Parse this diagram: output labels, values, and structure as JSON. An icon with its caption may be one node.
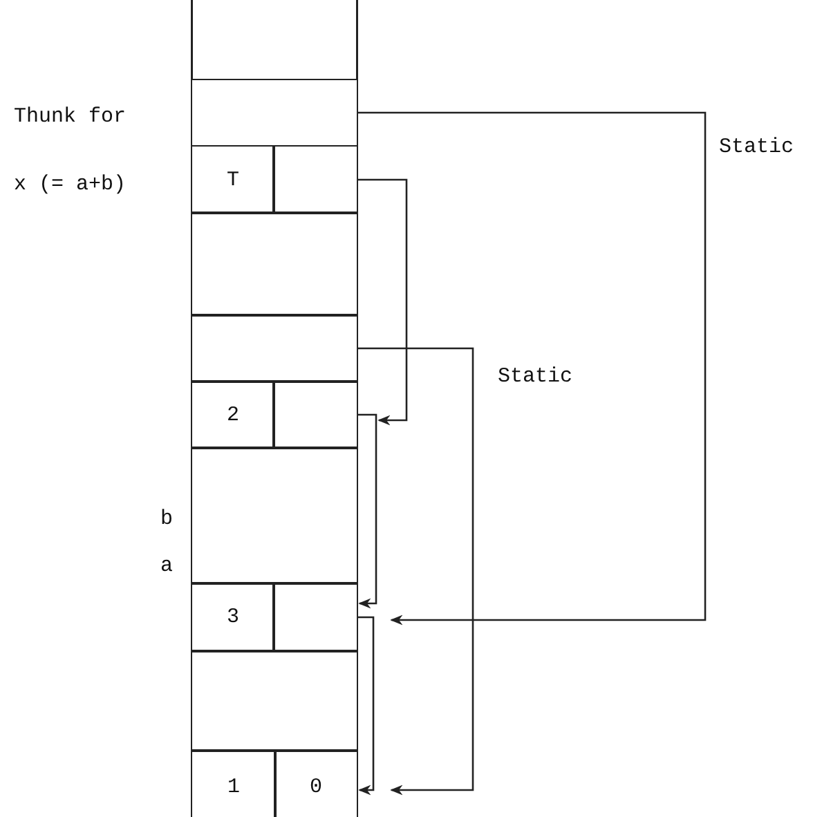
{
  "diagram": {
    "nodes": [
      {
        "text": [],
        "shape": "box"
      },
      {
        "text": [
          "T"
        ]
      },
      {
        "text": [],
        "shape": "box"
      },
      {
        "text": [],
        "shape": "box"
      },
      {
        "text": [],
        "shape": "box"
      },
      {
        "text": [
          "2"
        ]
      },
      {
        "text": [],
        "shape": "box"
      },
      {
        "text": [],
        "shape": "box"
      },
      {
        "text": [
          "3"
        ]
      },
      {
        "text": [],
        "shape": "box"
      },
      {
        "text": [],
        "shape": "box"
      },
      {
        "text": [
          "1"
        ]
      },
      {
        "text": [
          "0"
        ]
      }
    ],
    "edges": [
      {
        "from": 0,
        "to": 9,
        "arrow": "to",
        "label": "Static"
      },
      {
        "from": 2,
        "to": 6,
        "arrow": "to"
      },
      {
        "from": 4,
        "to": 12,
        "arrow": "to",
        "label": "Static"
      },
      {
        "from": 6,
        "to": 9,
        "arrow": "to"
      },
      {
        "from": 9,
        "to": 12,
        "arrow": "to"
      }
    ],
    "labels": [
      "Thunk for x (= a+b)",
      "b",
      "a"
    ]
  }
}
